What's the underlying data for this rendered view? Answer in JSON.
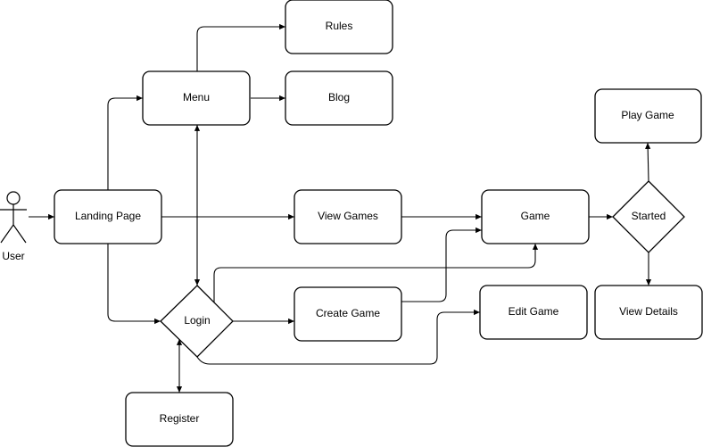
{
  "actor": {
    "label": "User"
  },
  "nodes": {
    "landing_page": "Landing Page",
    "menu": "Menu",
    "rules": "Rules",
    "blog": "Blog",
    "view_games": "View Games",
    "game": "Game",
    "login": "Login",
    "create_game": "Create Game",
    "edit_game": "Edit Game",
    "register": "Register",
    "started": "Started",
    "play_game": "Play Game",
    "view_details": "View Details"
  }
}
